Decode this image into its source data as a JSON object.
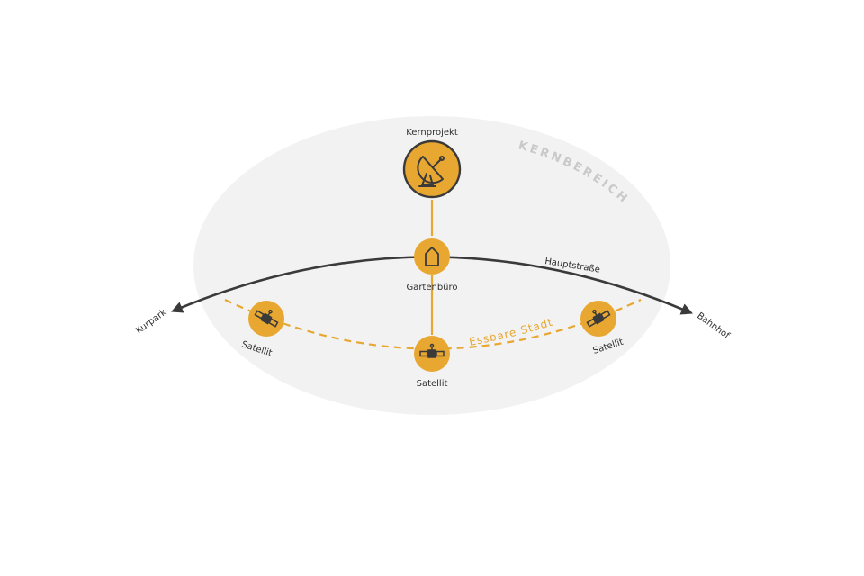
{
  "zone": {
    "label": "KERNBEREICH",
    "fill": "#f2f2f2"
  },
  "colors": {
    "accent": "#e8a730",
    "line": "#3a3a3a",
    "text": "#2f2f2f"
  },
  "road": {
    "label": "Hauptstraße",
    "start_label": "Kurpark",
    "end_label": "Bahnhof"
  },
  "route": {
    "label": "Essbare Stadt"
  },
  "nodes": {
    "core": {
      "label": "Kernprojekt",
      "icon": "satellite-dish-icon"
    },
    "office": {
      "label": "Gartenbüro",
      "icon": "house-icon"
    },
    "satellites": [
      {
        "label": "Satellit",
        "icon": "satellite-icon"
      },
      {
        "label": "Satellit",
        "icon": "satellite-icon"
      },
      {
        "label": "Satellit",
        "icon": "satellite-icon"
      }
    ]
  }
}
